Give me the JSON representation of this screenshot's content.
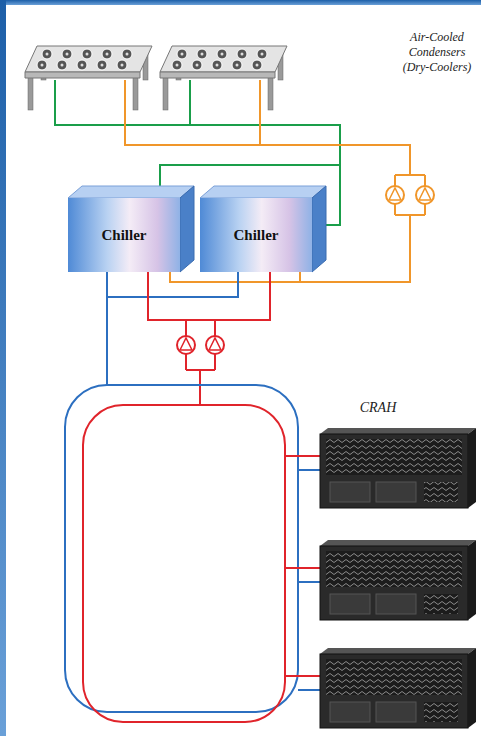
{
  "diagram": {
    "nodes": [
      {
        "text": [
          "Chiller"
        ]
      },
      {
        "text": [
          "Chiller"
        ]
      }
    ],
    "edges": [
      {
        "from": 0,
        "to": 1,
        "arrow": "none"
      },
      {
        "from": 0,
        "to": 1,
        "arrow": "none"
      }
    ],
    "labels": [
      "Air-Cooled Condensers (Dry-Coolers)",
      "CRAH"
    ]
  }
}
